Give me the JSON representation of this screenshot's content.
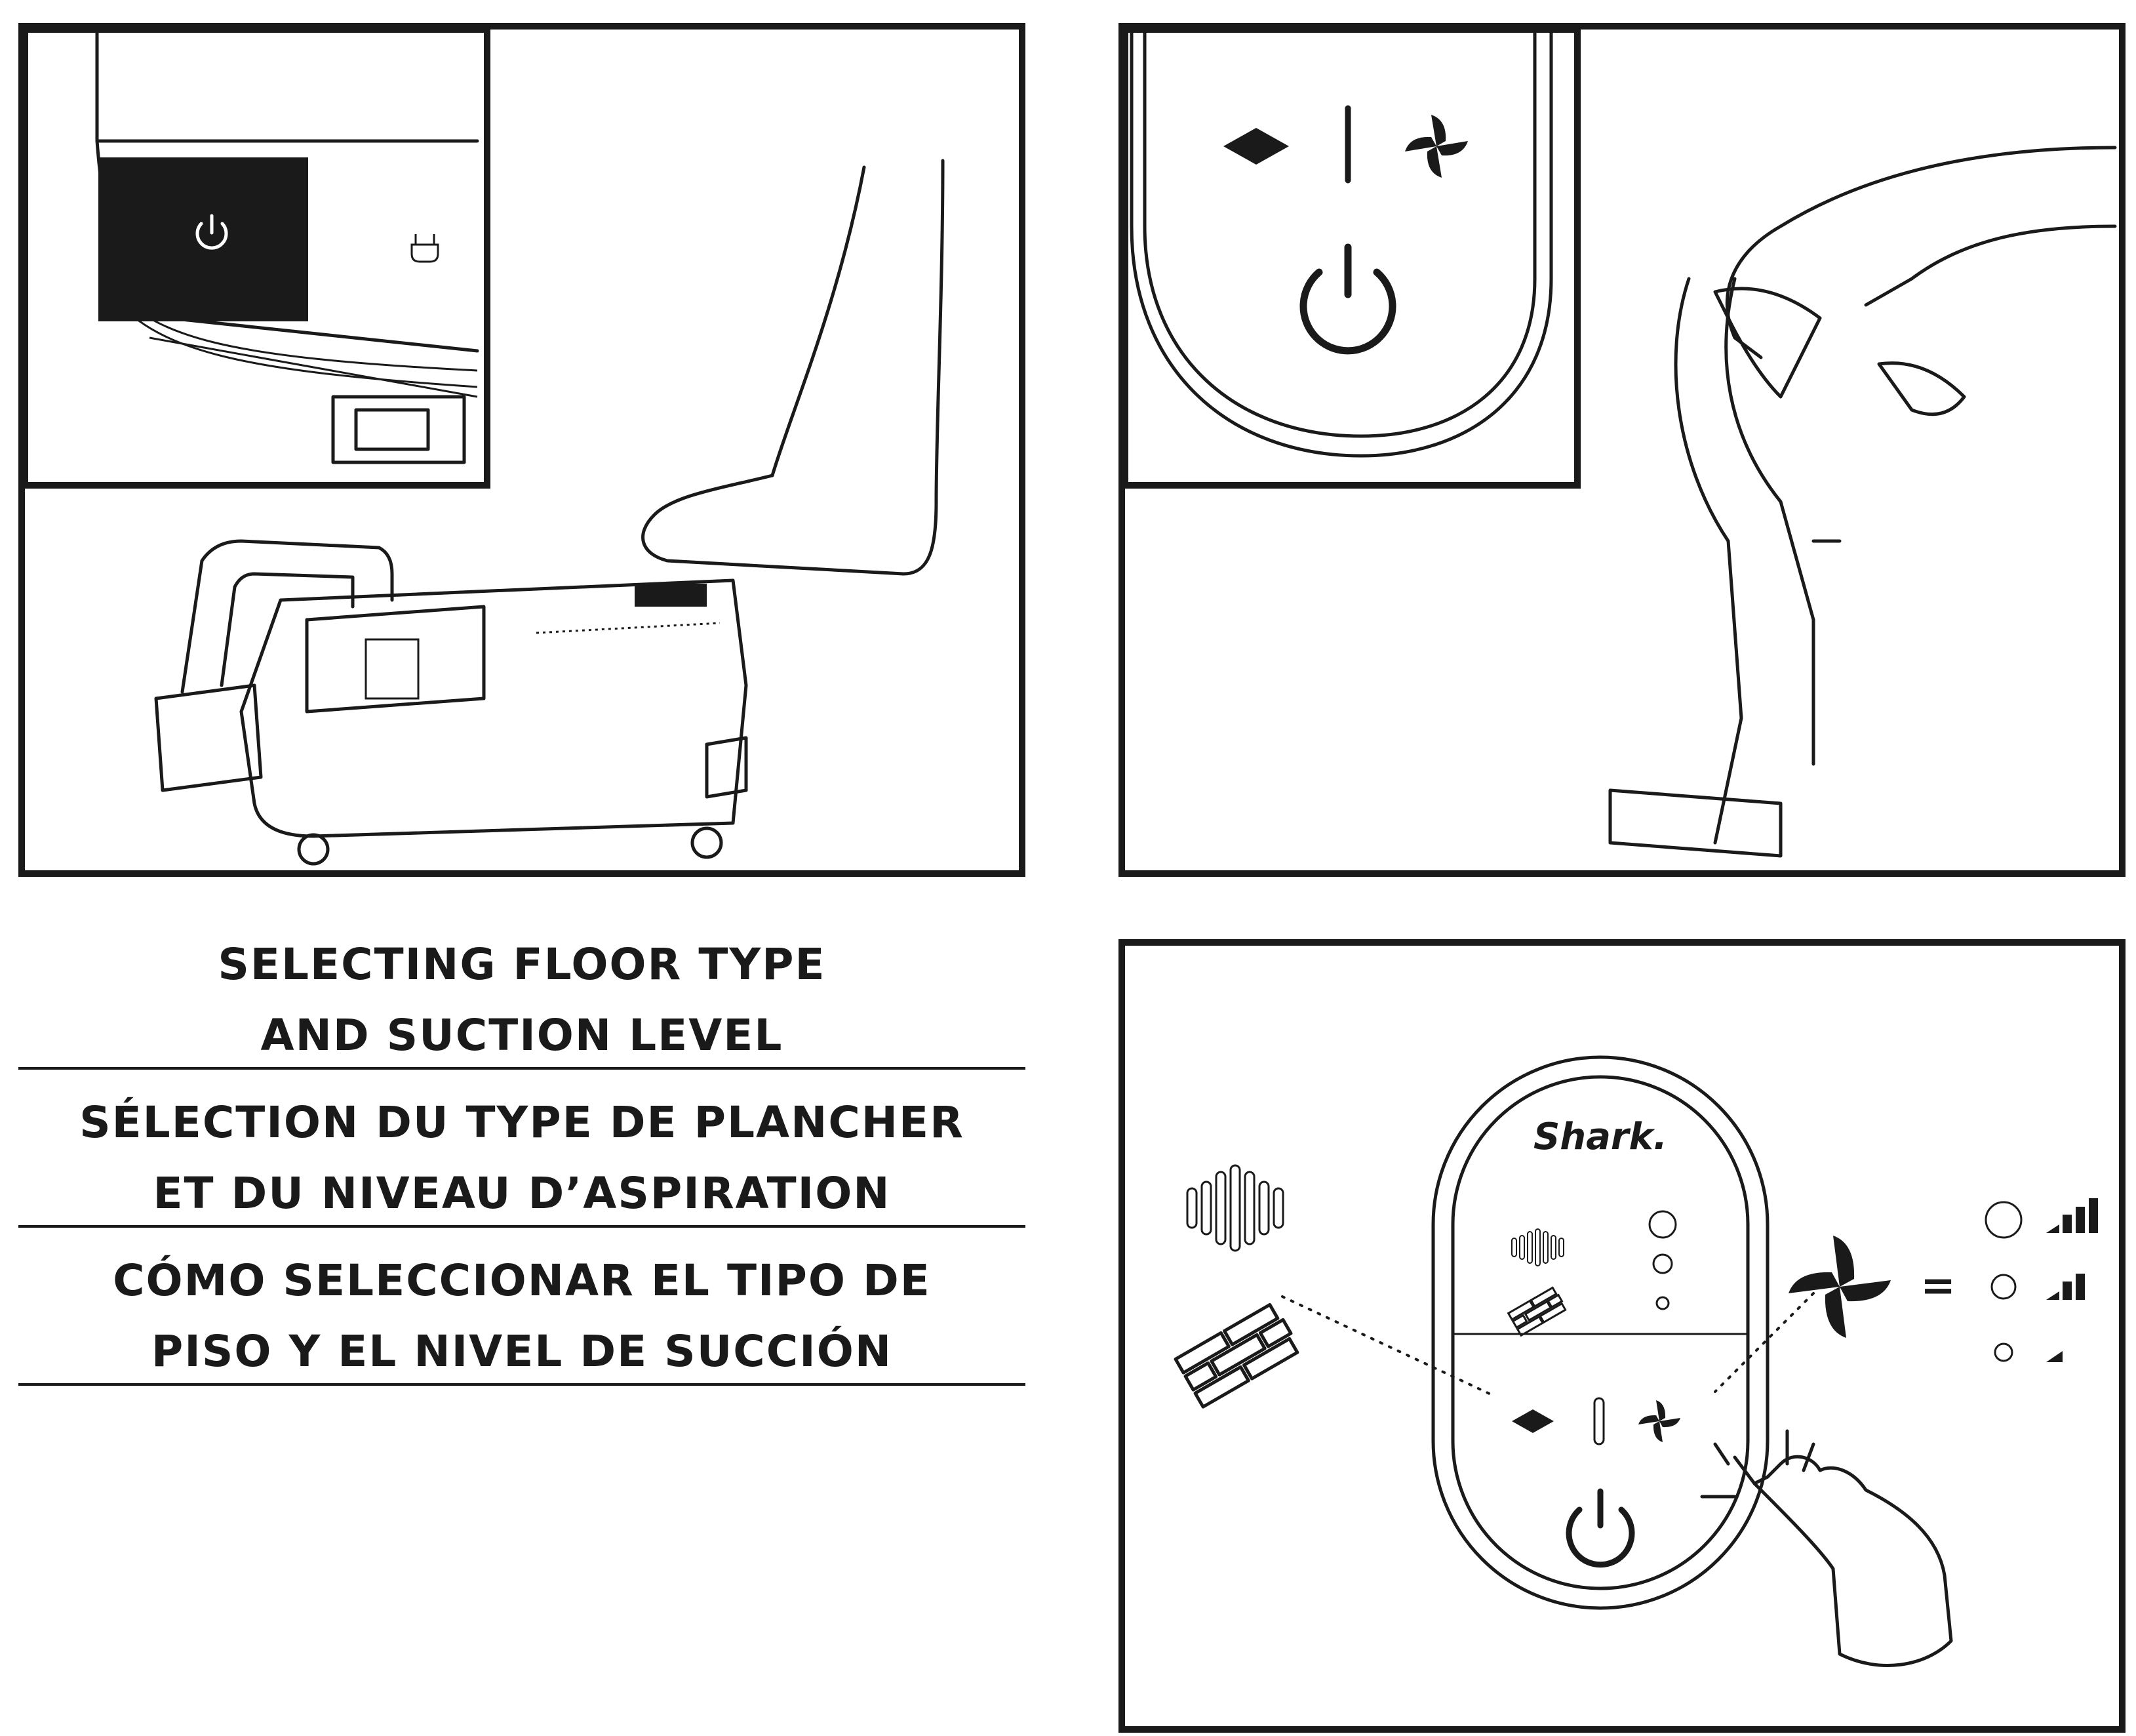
{
  "titles": {
    "en_line1": "SELECTING FLOOR TYPE",
    "en_line2": "AND SUCTION LEVEL",
    "fr_line1": "SÉLECTION DU TYPE DE PLANCHER",
    "fr_line2": "ET DU NIVEAU D’ASPIRATION",
    "es_line1": "CÓMO SELECCIONAR EL TIPO DE",
    "es_line2": "PISO Y EL NIVEL DE SUCCIÓN"
  },
  "control_panel": {
    "brand": "Shark.",
    "equals_sign": "="
  },
  "icons": {
    "power": "power-icon",
    "plug": "plug-icon",
    "hard_floor": "diamond-icon",
    "suction": "fan-icon",
    "carpet": "carpet-icon",
    "tile": "tile-icon",
    "signal": "signal-bars-icon"
  },
  "colors": {
    "ink": "#1a1a1a",
    "paper": "#ffffff"
  }
}
